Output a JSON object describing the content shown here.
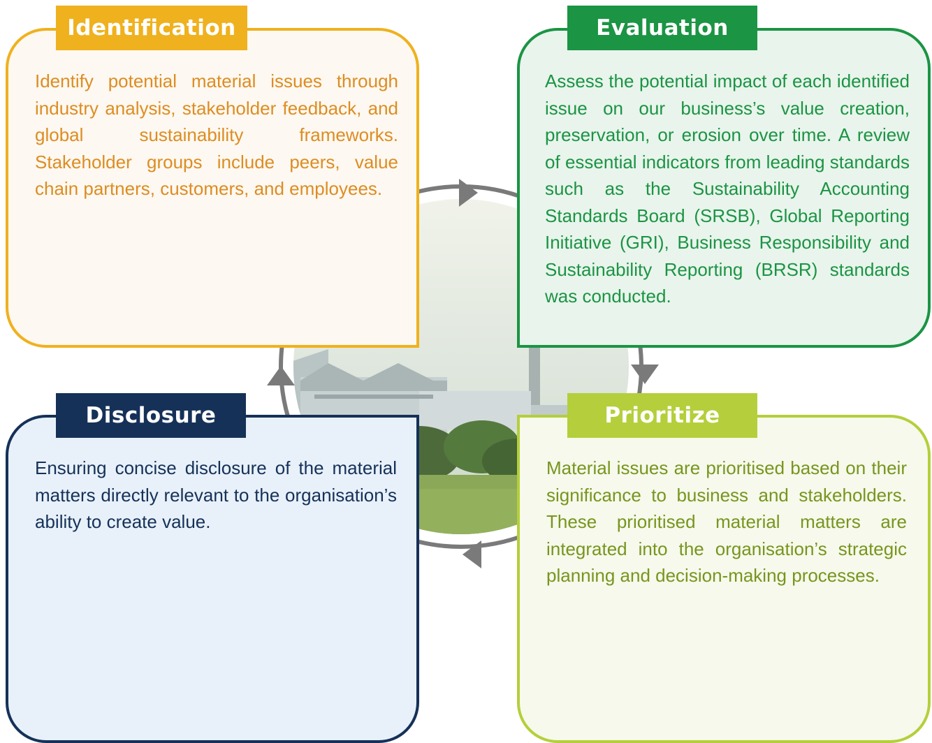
{
  "steps": {
    "identification": {
      "title": "Identification",
      "text": "Identify potential material issues through industry analysis, stakeholder feedback, and global sustainability frameworks. Stakeholder groups include peers, value chain partners, customers, and employees.",
      "color": "#efb11e"
    },
    "evaluation": {
      "title": "Evaluation",
      "text": "Assess the potential impact of each identified issue on our business’s value creation, preservation, or erosion over time. A review of essential indicators from leading standards such as the Sustainability Accounting Standards Board (SRSB), Global Reporting Initiative (GRI), Business Responsibility and Sustainability Reporting (BRSR) standards was conducted.",
      "color": "#1b9444"
    },
    "prioritize": {
      "title": "Prioritize",
      "text": "Material issues are prioritised based on their significance to business and stakeholders. These prioritised material matters are integrated into the organisation’s strategic planning and decision-making processes.",
      "color": "#b4cf3b"
    },
    "disclosure": {
      "title": "Disclosure",
      "text": "Ensuring concise disclosure of the material matters directly relevant to the organisation’s ability to create value.",
      "color": "#163158"
    }
  },
  "cycle": {
    "ring_color": "#7a7a7a",
    "arrow_icons": [
      "arrow-right-icon",
      "arrow-down-icon",
      "arrow-left-icon",
      "arrow-up-icon"
    ]
  },
  "background_photo": {
    "description_icon": "factory-photo-icon",
    "sky_color": "#dde8e0",
    "grass_color": "#7fa14a"
  }
}
